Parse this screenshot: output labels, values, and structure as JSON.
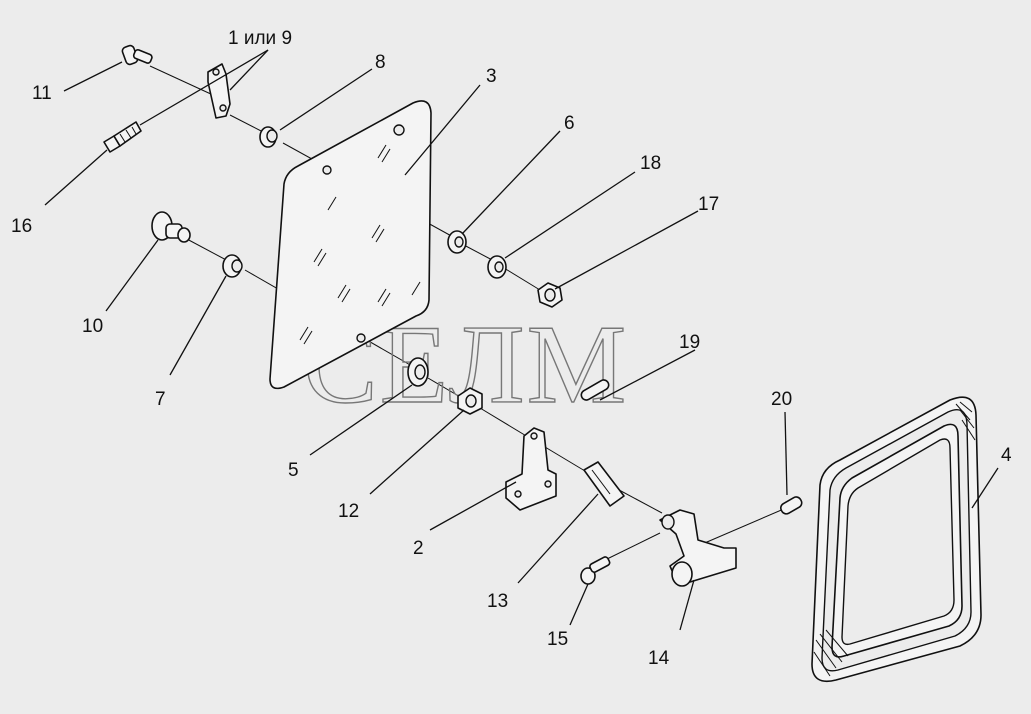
{
  "watermark": "СЕЛМ",
  "labels": {
    "l1": "1 или 9",
    "l2": "2",
    "l3": "3",
    "l4": "4",
    "l5": "5",
    "l6": "6",
    "l7": "7",
    "l8": "8",
    "l10": "10",
    "l11": "11",
    "l12": "12",
    "l13": "13",
    "l14": "14",
    "l15": "15",
    "l16": "16",
    "l17": "17",
    "l18": "18",
    "l19": "19",
    "l20": "20"
  }
}
